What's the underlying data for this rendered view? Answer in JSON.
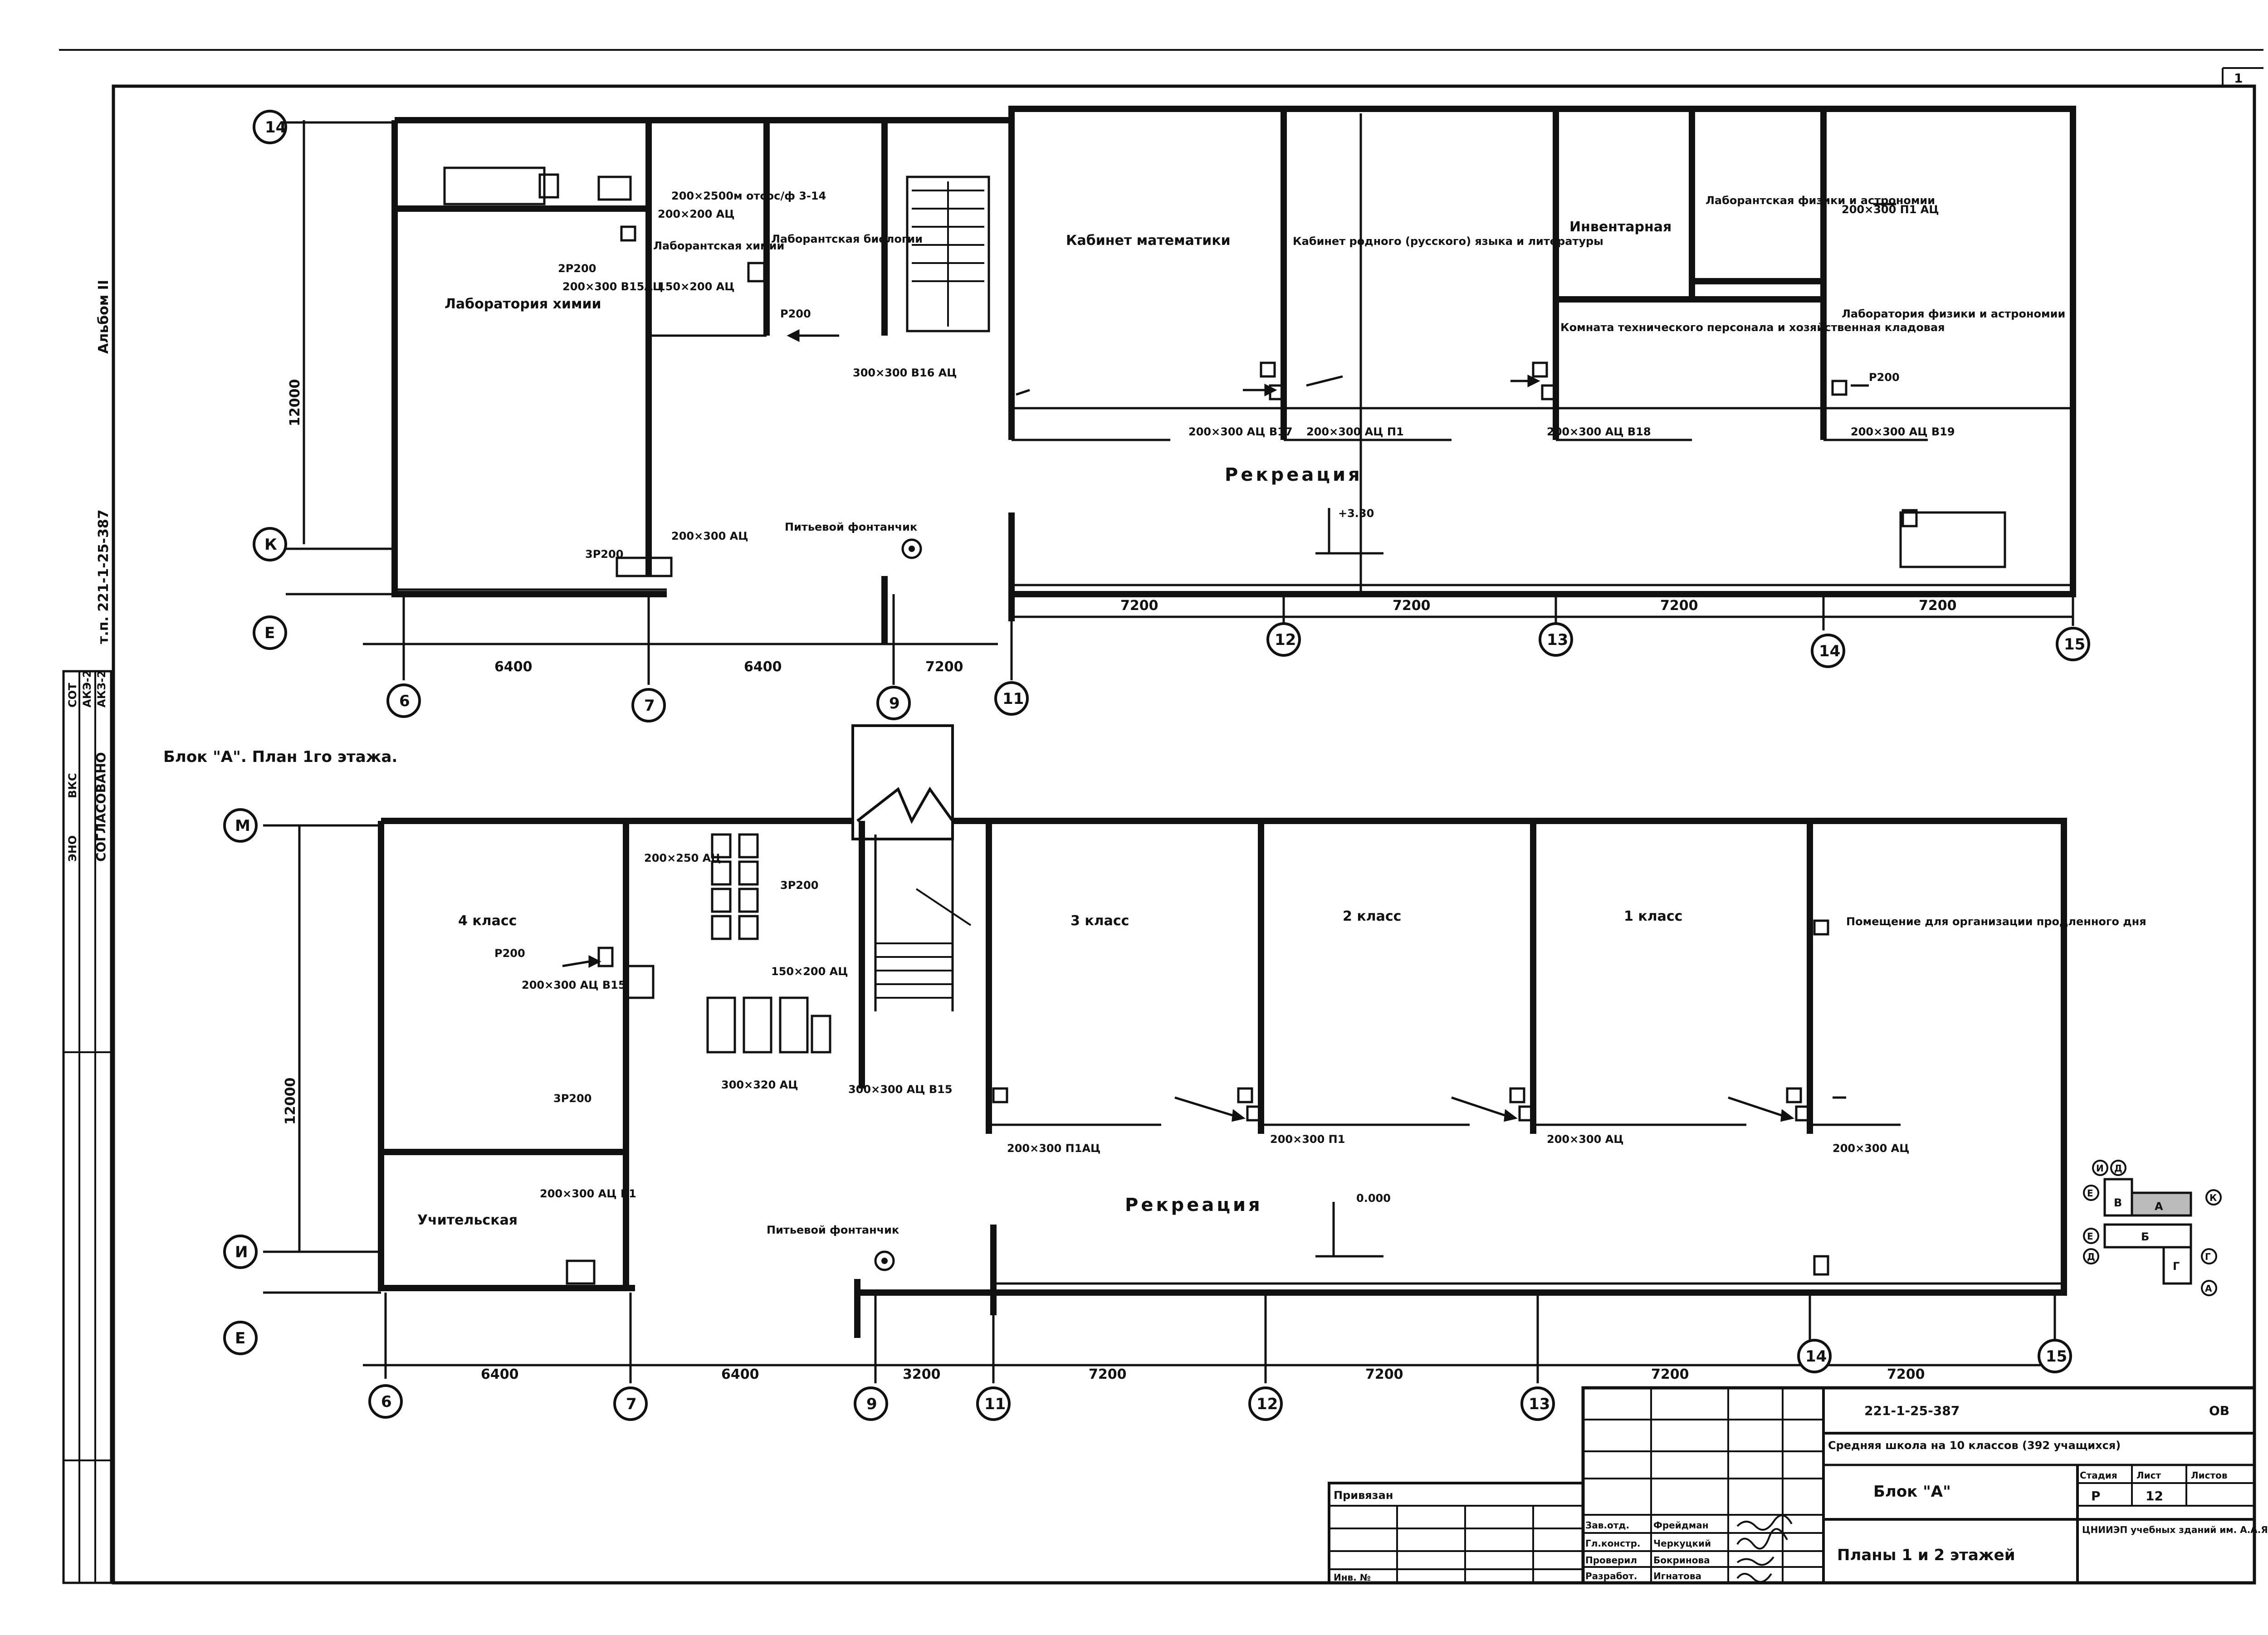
{
  "page": {
    "sheet_number": "1"
  },
  "stamp_vertical": {
    "code": "т.п. 221-1-25-387",
    "album": "Альбом II",
    "agreed": "СОГЛАСОВАНО",
    "rows": [
      "АКЗ-2",
      "АКЭ-2",
      "СОТ",
      "ВКС",
      "ЭНО"
    ]
  },
  "upper_plan": {
    "axes_rows": [
      "14",
      "К",
      "Е"
    ],
    "axes_cols": [
      "6",
      "7",
      "9",
      "11",
      "12",
      "13",
      "14",
      "15"
    ],
    "height_dim": "12000",
    "dims_bottom": [
      "6400",
      "6400",
      "7200",
      "7200",
      "7200",
      "7200",
      "7200"
    ],
    "rooms": [
      {
        "id": "lab-chem",
        "name": "Лаборатория химии"
      },
      {
        "id": "lab-chem-assist",
        "name": "Лаборантская химии"
      },
      {
        "id": "lab-bio-assist",
        "name": "Лаборантская биологии"
      },
      {
        "id": "math",
        "name": "Кабинет математики"
      },
      {
        "id": "lang",
        "name": "Кабинет родного (русского) языка и литературы"
      },
      {
        "id": "inventory",
        "name": "Инвентарная"
      },
      {
        "id": "tech-staff",
        "name": "Комната технического персонала и хозяйственная кладовая"
      },
      {
        "id": "phys-assist",
        "name": "Лаборантская физики и астрономии"
      },
      {
        "id": "phys-lab",
        "name": "Лаборатория физики и астрономии"
      }
    ],
    "recreation": "Рекреация",
    "fountain": "Питьевой фонтанчик",
    "level": "+3.30",
    "duct_labels": [
      "200×2500м отсос/ф 3-14",
      "200×200 АЦ",
      "2Р200",
      "200×300 В15АЦ",
      "150×200 АЦ",
      "Р200",
      "300×300 В16 АЦ",
      "200×300 АЦ В17",
      "200×300 АЦ П1",
      "200×300 АЦ В18",
      "200×300 АЦ В19",
      "200×300 П1 АЦ",
      "Р200",
      "3Р200",
      "200×300 АЦ"
    ]
  },
  "lower_plan": {
    "title": "Блок \"А\". План 1го этажа.",
    "axes_rows": [
      "М",
      "И",
      "Е"
    ],
    "axes_cols": [
      "6",
      "7",
      "9",
      "11",
      "12",
      "13",
      "14",
      "15"
    ],
    "height_dim": "12000",
    "dims_bottom": [
      "6400",
      "6400",
      "3200",
      "7200",
      "7200",
      "7200",
      "7200"
    ],
    "rooms": [
      {
        "id": "class4",
        "name": "4 класс"
      },
      {
        "id": "class3",
        "name": "3 класс"
      },
      {
        "id": "class2",
        "name": "2 класс"
      },
      {
        "id": "class1",
        "name": "1 класс"
      },
      {
        "id": "extended",
        "name": "Помещение для организации продленного дня"
      },
      {
        "id": "teachers",
        "name": "Учительская"
      }
    ],
    "recreation": "Рекреация",
    "fountain": "Питьевой фонтанчик",
    "level": "0.000",
    "duct_labels": [
      "200×250 АЦ",
      "3Р200",
      "150×200 АЦ",
      "300×320 АЦ",
      "300×300 АЦ В15",
      "200×300 АЦ В15",
      "Р200",
      "200×300 П1АЦ",
      "200×300 П1",
      "200×300 АЦ",
      "200×300 АЦ",
      "3Р200",
      "200×300 АЦ В1"
    ]
  },
  "key_plan": {
    "blocks": [
      "В",
      "А",
      "Б",
      "Г"
    ],
    "axes": [
      "И",
      "Д",
      "Е",
      "К",
      "Е",
      "Д",
      "Г",
      "А"
    ]
  },
  "title_block": {
    "doc_code": "221-1-25-387",
    "section": "ОВ",
    "project": "Средняя школа на 10 классов (392 учащихся)",
    "block": "Блок \"А\"",
    "sheet_title": "Планы 1 и 2 этажей",
    "stage_label": "Стадия",
    "sheet_label": "Лист",
    "sheets_label": "Листов",
    "stage": "Р",
    "sheet": "12",
    "org": "ЦНИИЭП учебных зданий им. А.А.Яковлева",
    "bound": "Привязан",
    "inv": "Инв. №",
    "people": [
      {
        "role": "Зав.отд.",
        "name": "Фрейдман"
      },
      {
        "role": "Гл.констр.",
        "name": "Черкуцкий"
      },
      {
        "role": "Проверил",
        "name": "Бокринова"
      },
      {
        "role": "Разработ.",
        "name": "Игнатова"
      }
    ]
  }
}
